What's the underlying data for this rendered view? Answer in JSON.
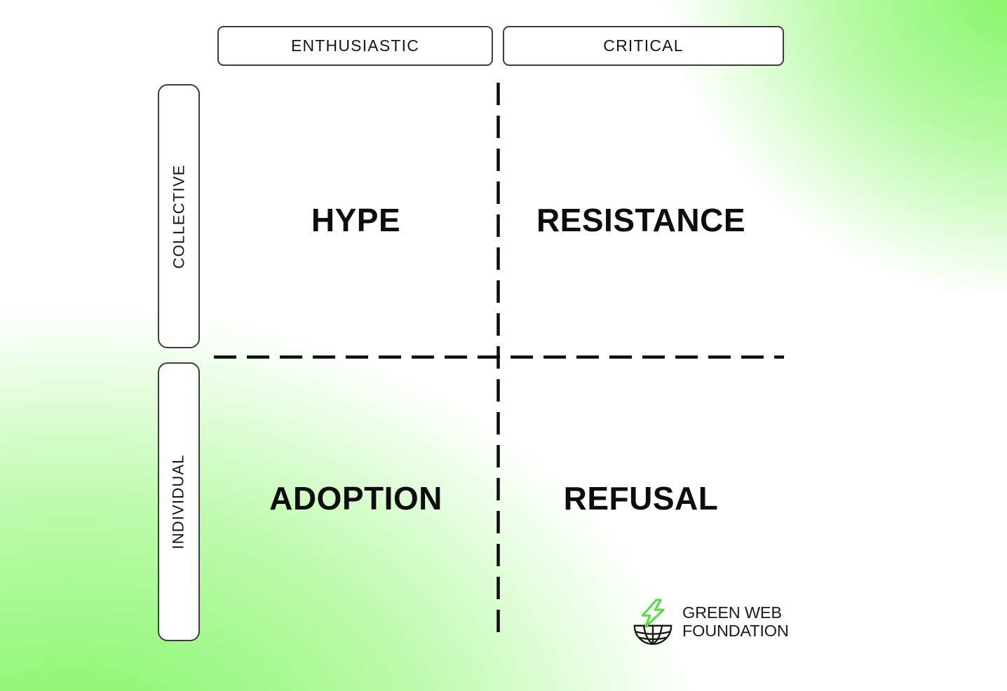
{
  "matrix": {
    "columns": [
      {
        "label": "ENTHUSIASTIC"
      },
      {
        "label": "CRITICAL"
      }
    ],
    "rows": [
      {
        "label": "COLLECTIVE"
      },
      {
        "label": "INDIVIDUAL"
      }
    ],
    "quadrants": [
      {
        "id": "hype",
        "label": "HYPE",
        "row": "COLLECTIVE",
        "column": "ENTHUSIASTIC"
      },
      {
        "id": "resistance",
        "label": "RESISTANCE",
        "row": "COLLECTIVE",
        "column": "CRITICAL"
      },
      {
        "id": "adoption",
        "label": "ADOPTION",
        "row": "INDIVIDUAL",
        "column": "ENTHUSIASTIC"
      },
      {
        "id": "refusal",
        "label": "REFUSAL",
        "row": "INDIVIDUAL",
        "column": "CRITICAL"
      }
    ]
  },
  "logo": {
    "name": "Green Web Foundation",
    "line1": "GREEN WEB",
    "line2": "FOUNDATION",
    "icon": "lightning-bolt-over-globe-icon"
  },
  "colors": {
    "background_green": "#79f558",
    "divider_line": "#0d0d0d",
    "box_border": "#3d3d3d",
    "box_background": "#ffffff",
    "text": "#151515",
    "logo_bolt_green": "#53de45",
    "logo_globe_black": "#161616"
  }
}
